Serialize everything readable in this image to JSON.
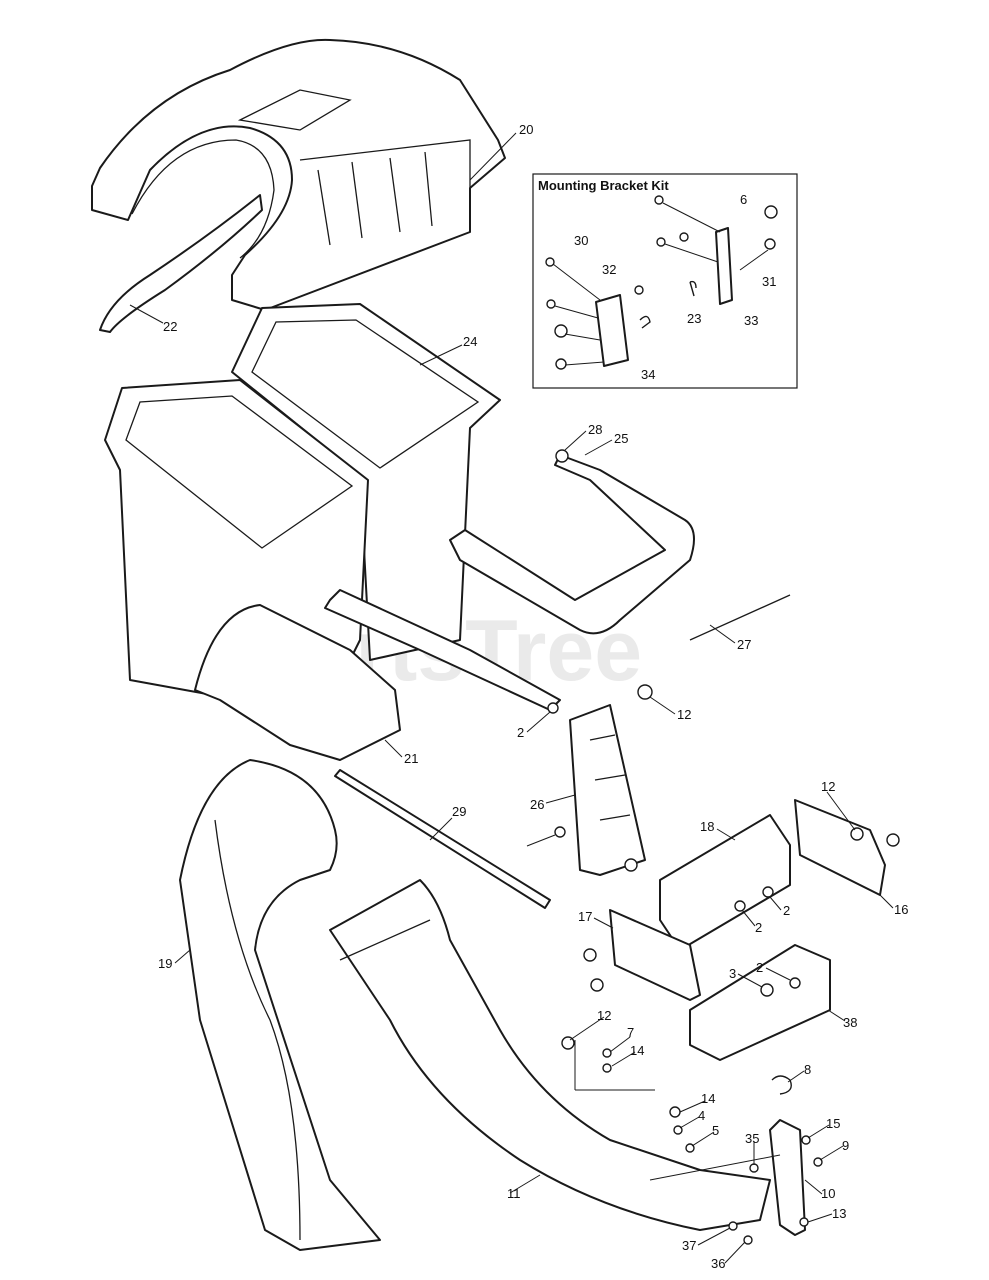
{
  "watermark": "PartsTree",
  "kit": {
    "title": "Mounting Bracket Kit"
  },
  "callouts": [
    "20",
    "22",
    "24",
    "28",
    "25",
    "27",
    "12",
    "2",
    "21",
    "26",
    "29",
    "18",
    "12",
    "16",
    "2",
    "2",
    "17",
    "19",
    "3",
    "2",
    "38",
    "12",
    "7",
    "14",
    "8",
    "14",
    "4",
    "5",
    "35",
    "15",
    "9",
    "11",
    "10",
    "13",
    "37",
    "36",
    "6",
    "30",
    "32",
    "31",
    "23",
    "33",
    "34"
  ]
}
